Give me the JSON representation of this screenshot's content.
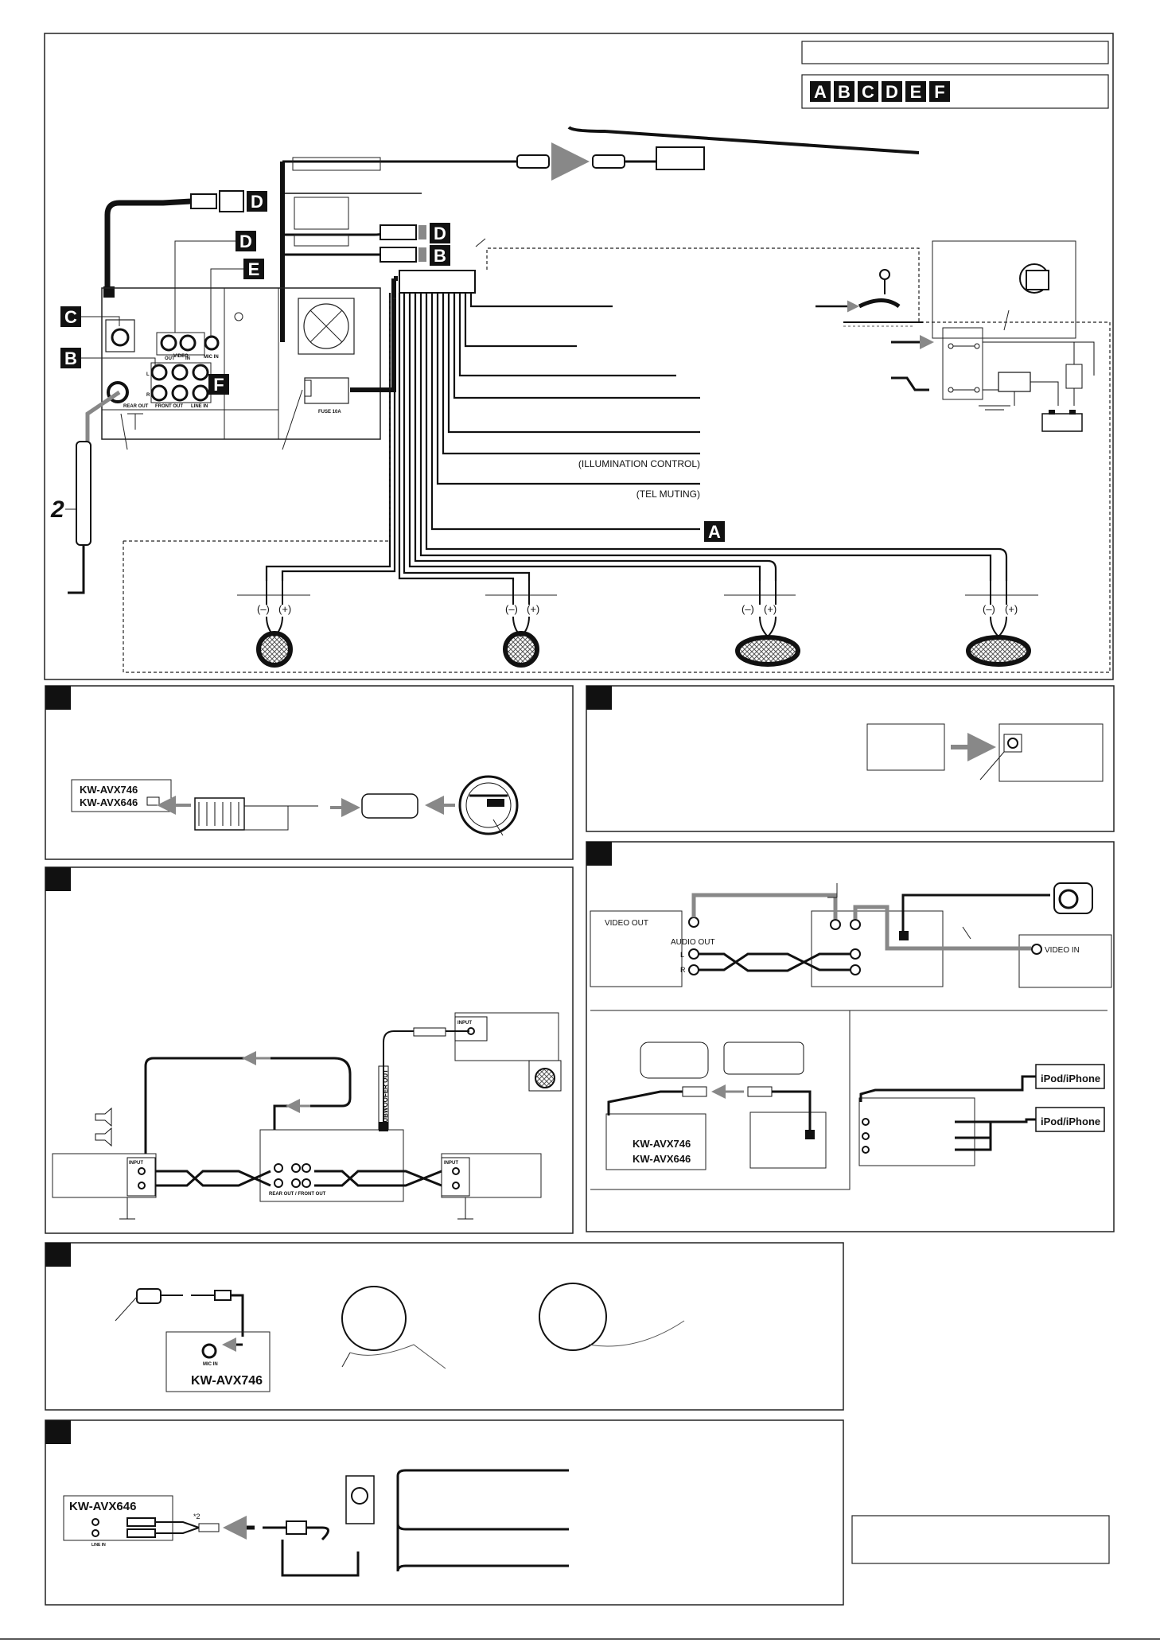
{
  "main_diagram": {
    "connector_badges": [
      "A",
      "B",
      "C",
      "D",
      "E",
      "F"
    ],
    "rear_panel": {
      "video_out": "OUT",
      "video_label": "VIDEO",
      "video_in": "IN",
      "mic_in": "MIC IN",
      "left": "L",
      "right": "R",
      "rear_out": "REAR OUT",
      "front_out": "FRONT OUT",
      "line_in": "LINE IN",
      "fuse": "FUSE 10A"
    },
    "lead_labels": {
      "illumination": "(ILLUMINATION CONTROL)",
      "tel_muting": "(TEL MUTING)"
    },
    "callout_number": "2",
    "speaker_polarity": {
      "minus": "(–)",
      "plus": "(+)"
    }
  },
  "steering_panel": {
    "models": [
      "KW-AVX746",
      "KW-AVX646"
    ]
  },
  "amp_panel": {
    "input_label": "INPUT",
    "subwoofer_out": "SUBWOOFER OUT",
    "rear_front_out": "REAR OUT / FRONT OUT"
  },
  "camera_panel": {
    "video_out": "VIDEO OUT",
    "audio_out": "AUDIO OUT",
    "left": "L",
    "right": "R",
    "video_in": "VIDEO IN"
  },
  "usb_panel": {
    "models": [
      "KW-AVX746",
      "KW-AVX646"
    ]
  },
  "ipod_panel": {
    "device": "iPod/iPhone"
  },
  "mic_panel": {
    "mic_in": "MIC IN",
    "model": "KW-AVX746"
  },
  "aux_panel": {
    "model": "KW-AVX646",
    "note": "*2",
    "line_in": "LINE IN"
  }
}
